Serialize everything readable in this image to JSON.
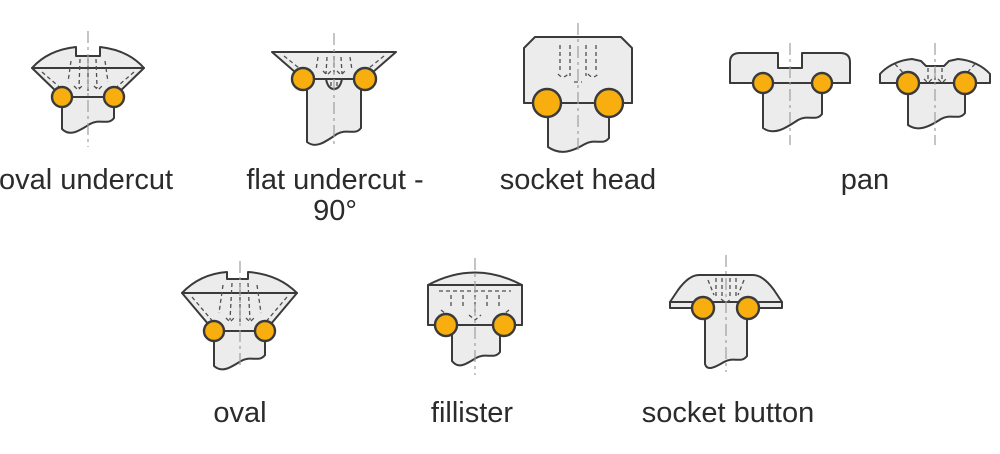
{
  "colors": {
    "background": "#ffffff",
    "fill": "#ececec",
    "outline": "#3a3a3a",
    "accent": "#f7ae0e",
    "centerline": "#9e9e9e",
    "text": "#2b2b2b"
  },
  "figures": [
    {
      "id": "oval-undercut",
      "label": "oval undercut"
    },
    {
      "id": "flat-undercut-90",
      "label": "flat undercut - 90°"
    },
    {
      "id": "socket-head",
      "label": "socket head"
    },
    {
      "id": "pan",
      "label": "pan"
    },
    {
      "id": "oval",
      "label": "oval"
    },
    {
      "id": "fillister",
      "label": "fillister"
    },
    {
      "id": "socket-button",
      "label": "socket button"
    }
  ]
}
